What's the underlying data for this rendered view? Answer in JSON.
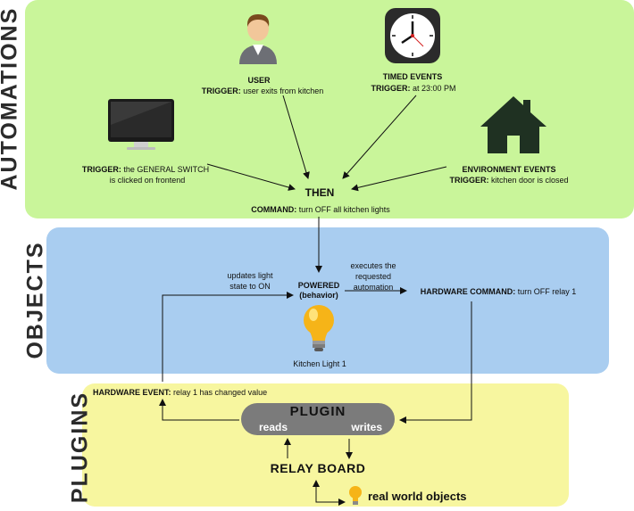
{
  "sections": {
    "automations": "AUTOMATIONS",
    "objects": "OBJECTS",
    "plugins": "PLUGINS"
  },
  "automations": {
    "user": {
      "title": "USER",
      "trigger_label": "TRIGGER:",
      "trigger_text": " user exits from kitchen"
    },
    "timed": {
      "title": "TIMED EVENTS",
      "trigger_label": "TRIGGER:",
      "trigger_text": "at 23:00 PM"
    },
    "switch": {
      "trigger_label": "TRIGGER:",
      "trigger_text_1": "the GENERAL SWITCH",
      "trigger_text_2": "is clicked on frontend"
    },
    "environment": {
      "title": "ENVIRONMENT EVENTS",
      "trigger_label": "TRIGGER:",
      "trigger_text": "kitchen door is closed"
    },
    "then": "THEN",
    "command_label": "COMMAND:",
    "command_text": "turn OFF all kitchen lights"
  },
  "objects": {
    "powered": "POWERED",
    "behavior": "(behavior)",
    "updates_1": "updates light",
    "updates_2": "state to ON",
    "executes_1": "executes the",
    "executes_2": "requested",
    "executes_3": "automation",
    "hw_command_label": "HARDWARE COMMAND:",
    "hw_command_text": "turn OFF relay 1",
    "kitchen_light": "Kitchen Light 1"
  },
  "plugins": {
    "hw_event_label": "HARDWARE EVENT:",
    "hw_event_text": "relay 1 has changed value",
    "plugin_title": "PLUGIN",
    "reads": "reads",
    "writes": "writes",
    "relay_board": "RELAY BOARD",
    "real_world": "real world objects"
  },
  "colors": {
    "automations_band": "#c9f59a",
    "objects_band": "#a9cdf0",
    "plugins_band": "#f7f69f",
    "plugin_box": "#7b7b7b"
  },
  "icons": [
    "user-icon",
    "clock-icon",
    "monitor-icon",
    "house-icon",
    "lightbulb-icon",
    "small-lightbulb-icon"
  ]
}
